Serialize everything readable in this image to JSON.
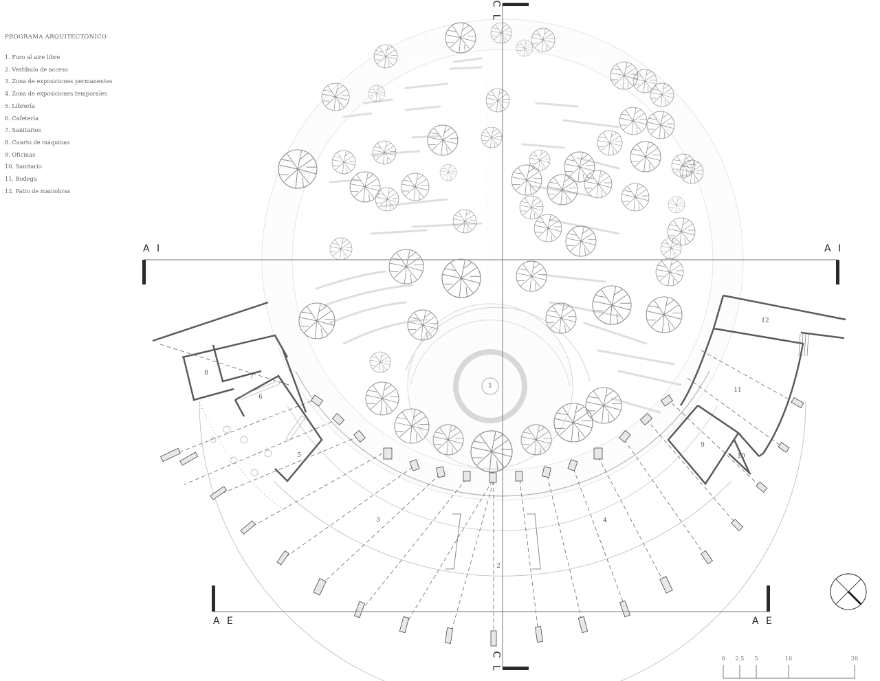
{
  "legend": {
    "title": "PROGRAMA ARQUITECTÓNICO",
    "items": [
      "1. Foro al aire libre",
      "2. Vestíbulo de acceso",
      "3. Zona de exposiciones permanentes",
      "4. Zona de exposiciones temporales",
      "5. Librería",
      "6. Cafetería",
      "7. Sanitarios",
      "8. Cuarto de máquinas",
      "9. Oficinas",
      "10. Sanitario",
      "11. Bodega",
      "12. Patio de maniobras"
    ]
  },
  "section_markers": {
    "ai_left": "A I",
    "ai_right": "A I",
    "ae_left": "A E",
    "ae_right": "A E",
    "cl_top": "C L",
    "cl_bottom": "C L"
  },
  "rooms": [
    {
      "id": "1",
      "label": "1"
    },
    {
      "id": "2",
      "label": "2"
    },
    {
      "id": "3",
      "label": "3"
    },
    {
      "id": "4",
      "label": "4"
    },
    {
      "id": "5",
      "label": "5"
    },
    {
      "id": "6",
      "label": "6"
    },
    {
      "id": "7",
      "label": "7"
    },
    {
      "id": "8",
      "label": "8"
    },
    {
      "id": "9",
      "label": "9"
    },
    {
      "id": "10",
      "label": "10"
    },
    {
      "id": "11",
      "label": "11"
    },
    {
      "id": "12",
      "label": "12"
    }
  ],
  "scale_bar": {
    "ticks": [
      "0",
      "2.5",
      "5",
      "10",
      "20"
    ]
  },
  "north_arrow": {
    "icon": "north-arrow-icon"
  },
  "colors": {
    "wall": "#5a5a5a",
    "section_line": "#9a9a9a",
    "section_bar": "#2a2a2a",
    "landscape": "#cfcfcf",
    "tree": "#8a8a8a"
  }
}
